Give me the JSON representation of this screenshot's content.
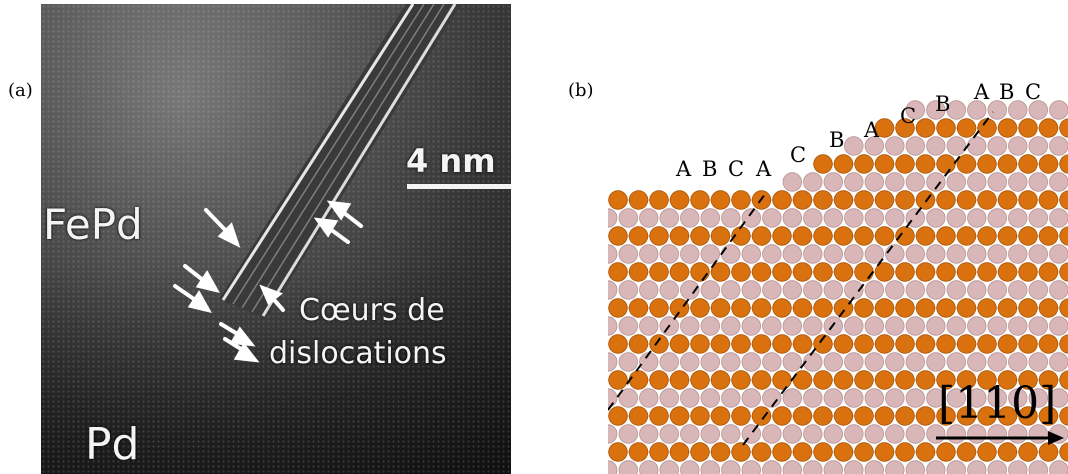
{
  "panel_a": {
    "label": "(a)",
    "text_fepd": "FePd",
    "text_pd": "Pd",
    "text_coeurs": "Cœurs de",
    "text_dislocations": "dislocations",
    "scale_bar_label": "4 nm"
  },
  "panel_b": {
    "label": "(b)",
    "stacking_letters": [
      "A",
      "B",
      "C",
      "A",
      "C",
      "B",
      "A",
      "C",
      "B",
      "A",
      "B",
      "C"
    ],
    "direction_label": "[110]",
    "atom_colors": {
      "orange": "#d9720e",
      "pink": "#d9b6b8",
      "bond": "#e08a2a"
    }
  }
}
